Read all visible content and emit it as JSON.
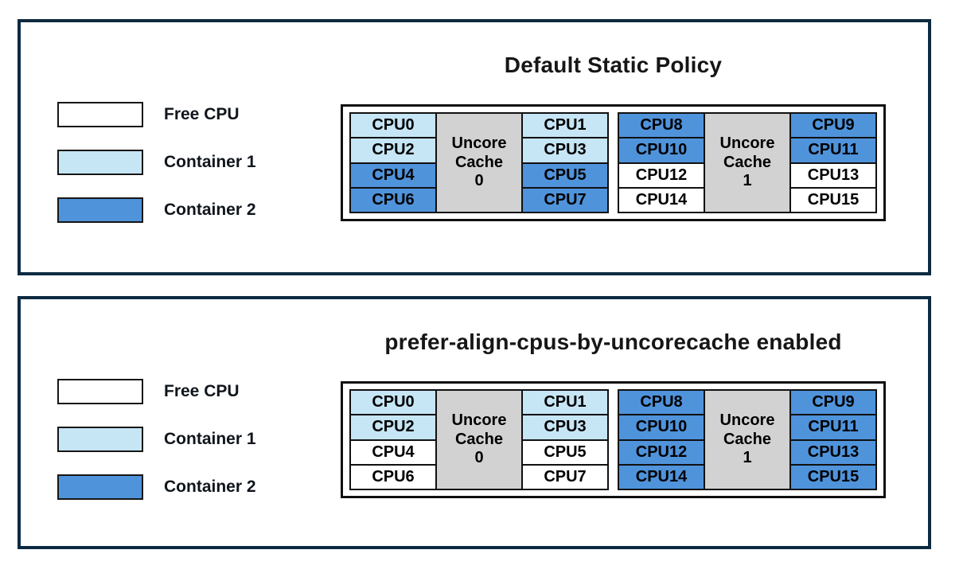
{
  "colors": {
    "free_cpu_fill": "#FFFFFF",
    "container1_fill": "#C6E5F5",
    "container2_fill": "#4F93DB",
    "uncore_cache_fill": "#D2D2D2",
    "panel_border": "#0D2A40",
    "diagram_line": "#101010"
  },
  "legend": [
    {
      "key": "free",
      "label": "Free CPU"
    },
    {
      "key": "container1",
      "label": "Container 1"
    },
    {
      "key": "container2",
      "label": "Container 2"
    }
  ],
  "panels": [
    {
      "title": "Default Static Policy",
      "groups": [
        {
          "uncore": [
            "Uncore",
            "Cache",
            "0"
          ],
          "left": [
            {
              "label": "CPU0",
              "assignment": "container1"
            },
            {
              "label": "CPU2",
              "assignment": "container1"
            },
            {
              "label": "CPU4",
              "assignment": "container2"
            },
            {
              "label": "CPU6",
              "assignment": "container2"
            }
          ],
          "right": [
            {
              "label": "CPU1",
              "assignment": "container1"
            },
            {
              "label": "CPU3",
              "assignment": "container1"
            },
            {
              "label": "CPU5",
              "assignment": "container2"
            },
            {
              "label": "CPU7",
              "assignment": "container2"
            }
          ]
        },
        {
          "uncore": [
            "Uncore",
            "Cache",
            "1"
          ],
          "left": [
            {
              "label": "CPU8",
              "assignment": "container2"
            },
            {
              "label": "CPU10",
              "assignment": "container2"
            },
            {
              "label": "CPU12",
              "assignment": "free"
            },
            {
              "label": "CPU14",
              "assignment": "free"
            }
          ],
          "right": [
            {
              "label": "CPU9",
              "assignment": "container2"
            },
            {
              "label": "CPU11",
              "assignment": "container2"
            },
            {
              "label": "CPU13",
              "assignment": "free"
            },
            {
              "label": "CPU15",
              "assignment": "free"
            }
          ]
        }
      ]
    },
    {
      "title": "prefer-align-cpus-by-uncorecache enabled",
      "groups": [
        {
          "uncore": [
            "Uncore",
            "Cache",
            "0"
          ],
          "left": [
            {
              "label": "CPU0",
              "assignment": "container1"
            },
            {
              "label": "CPU2",
              "assignment": "container1"
            },
            {
              "label": "CPU4",
              "assignment": "free"
            },
            {
              "label": "CPU6",
              "assignment": "free"
            }
          ],
          "right": [
            {
              "label": "CPU1",
              "assignment": "container1"
            },
            {
              "label": "CPU3",
              "assignment": "container1"
            },
            {
              "label": "CPU5",
              "assignment": "free"
            },
            {
              "label": "CPU7",
              "assignment": "free"
            }
          ]
        },
        {
          "uncore": [
            "Uncore",
            "Cache",
            "1"
          ],
          "left": [
            {
              "label": "CPU8",
              "assignment": "container2"
            },
            {
              "label": "CPU10",
              "assignment": "container2"
            },
            {
              "label": "CPU12",
              "assignment": "container2"
            },
            {
              "label": "CPU14",
              "assignment": "container2"
            }
          ],
          "right": [
            {
              "label": "CPU9",
              "assignment": "container2"
            },
            {
              "label": "CPU11",
              "assignment": "container2"
            },
            {
              "label": "CPU13",
              "assignment": "container2"
            },
            {
              "label": "CPU15",
              "assignment": "container2"
            }
          ]
        }
      ]
    }
  ]
}
